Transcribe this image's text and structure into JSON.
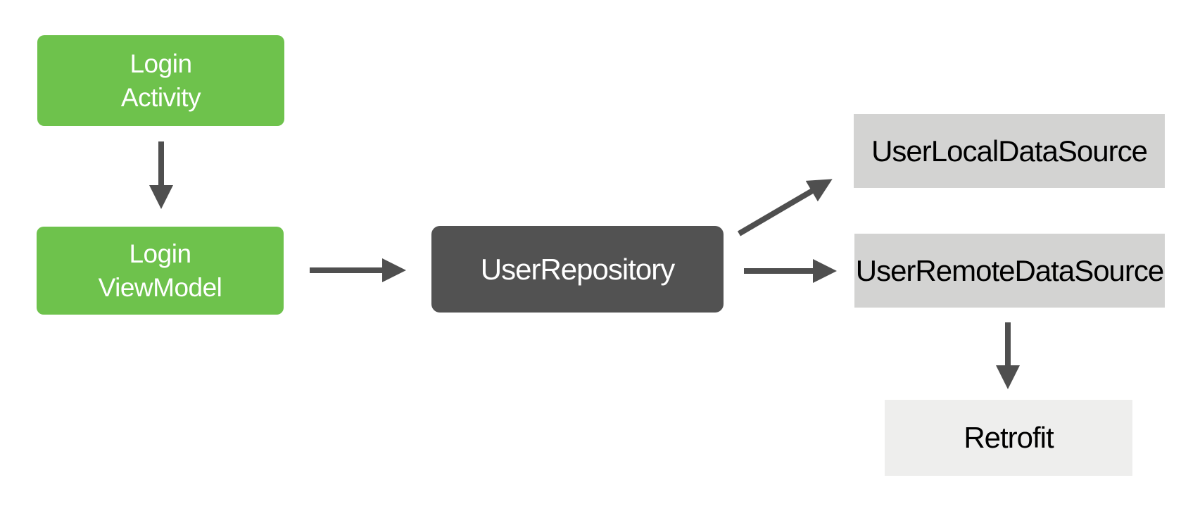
{
  "colors": {
    "background": "#FFFFFF",
    "view_node": "#6EC24C",
    "repository_node": "#525252",
    "data_source_node": "#D3D3D2",
    "retrofit_node": "#EEEEED",
    "arrow": "#4F4F4F",
    "text_on_colored": "#FFFFFF",
    "text_on_gray": "#000000"
  },
  "diagram": {
    "type": "architecture-flow",
    "nodes": [
      {
        "id": "login-activity",
        "label": "Login\nActivity"
      },
      {
        "id": "login-viewmodel",
        "label": "Login\nViewModel"
      },
      {
        "id": "user-repository",
        "label": "UserRepository"
      },
      {
        "id": "user-local-data-source",
        "label": "UserLocalDataSource"
      },
      {
        "id": "user-remote-data-source",
        "label": "UserRemoteDataSource"
      },
      {
        "id": "retrofit",
        "label": "Retrofit"
      }
    ],
    "edges": [
      {
        "from": "login-activity",
        "to": "login-viewmodel"
      },
      {
        "from": "login-viewmodel",
        "to": "user-repository"
      },
      {
        "from": "user-repository",
        "to": "user-local-data-source"
      },
      {
        "from": "user-repository",
        "to": "user-remote-data-source"
      },
      {
        "from": "user-remote-data-source",
        "to": "retrofit"
      }
    ]
  }
}
